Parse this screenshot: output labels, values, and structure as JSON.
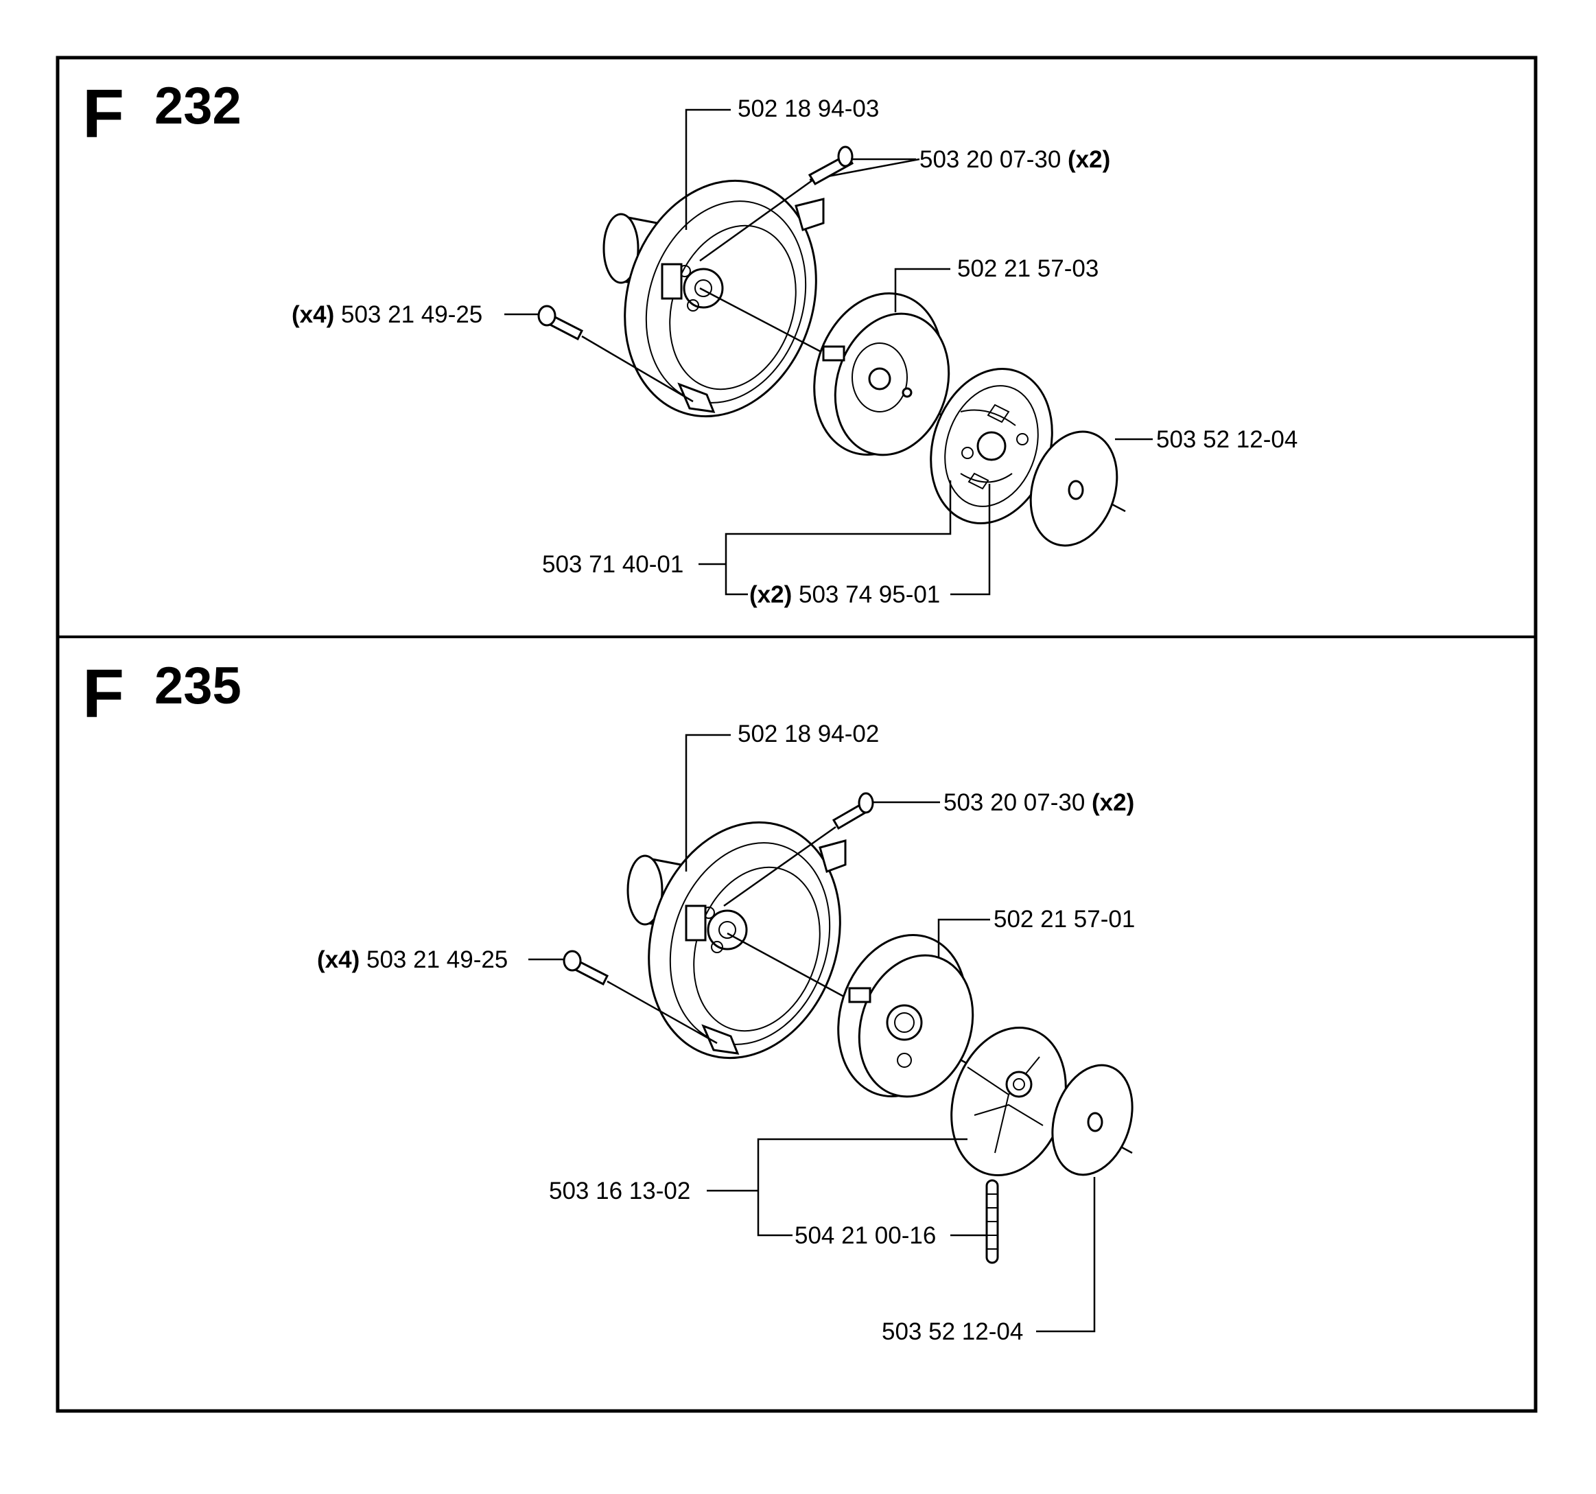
{
  "sections": [
    {
      "letter": "F",
      "number": "232",
      "labels": {
        "housing": "502 18 94-03",
        "screw_top_part": "503 20 07-30",
        "screw_top_qty": "(x2)",
        "drum": "502 21 57-03",
        "screw_left_qty": "(x4)",
        "screw_left_part": "503 21 49-25",
        "washer": "503 52 12-04",
        "clutch": "503 71 40-01",
        "spring_qty": "(x2)",
        "spring_part": "503 74 95-01"
      }
    },
    {
      "letter": "F",
      "number": "235",
      "labels": {
        "housing": "502 18 94-02",
        "screw_top_part": "503 20 07-30",
        "screw_top_qty": "(x2)",
        "drum": "502 21 57-01",
        "screw_left_qty": "(x4)",
        "screw_left_part": "503 21 49-25",
        "clutch": "503 16 13-02",
        "stud": "504 21 00-16",
        "washer": "503 52 12-04"
      }
    }
  ]
}
